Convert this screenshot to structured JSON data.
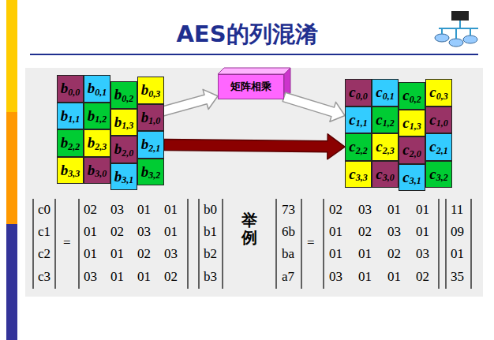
{
  "diagram": {
    "title": "AES的列混淆",
    "nodes": [
      {
        "text": [
          "b",
          "0,0"
        ]
      },
      {
        "text": [
          "b",
          "0,1"
        ]
      },
      {
        "text": [
          "b",
          "0,2"
        ]
      },
      {
        "text": [
          "b",
          "0,3"
        ]
      },
      {
        "text": [
          "b",
          "1,1"
        ]
      },
      {
        "text": [
          "b",
          "1,2"
        ]
      },
      {
        "text": [
          "b",
          "1,3"
        ]
      },
      {
        "text": [
          "b",
          "1,0"
        ]
      },
      {
        "text": [
          "b",
          "2,2"
        ]
      },
      {
        "text": [
          "b",
          "2,3"
        ]
      },
      {
        "text": [
          "b",
          "2,0"
        ]
      },
      {
        "text": [
          "b",
          "2,1"
        ]
      },
      {
        "text": [
          "b",
          "3,3"
        ]
      },
      {
        "text": [
          "b",
          "3,0"
        ]
      },
      {
        "text": [
          "b",
          "3,1"
        ]
      },
      {
        "text": [
          "b",
          "3,2"
        ]
      },
      {
        "text": [
          "矩阵相乘"
        ]
      },
      {
        "text": [
          "c",
          "0,0"
        ]
      },
      {
        "text": [
          "c",
          "0,1"
        ]
      },
      {
        "text": [
          "c",
          "0,2"
        ]
      },
      {
        "text": [
          "c",
          "0,3"
        ]
      },
      {
        "text": [
          "c",
          "1,1"
        ]
      },
      {
        "text": [
          "c",
          "1,2"
        ]
      },
      {
        "text": [
          "c",
          "1,3"
        ]
      },
      {
        "text": [
          "c",
          "1,0"
        ]
      },
      {
        "text": [
          "c",
          "2,2"
        ]
      },
      {
        "text": [
          "c",
          "2,3"
        ]
      },
      {
        "text": [
          "c",
          "2,0"
        ]
      },
      {
        "text": [
          "c",
          "2,1"
        ]
      },
      {
        "text": [
          "c",
          "3,3"
        ]
      },
      {
        "text": [
          "c",
          "3,0"
        ]
      },
      {
        "text": [
          "c",
          "3,1"
        ]
      },
      {
        "text": [
          "c",
          "3,2"
        ]
      }
    ],
    "edges": [
      {
        "from": 6,
        "to": 16,
        "arrow": "to"
      },
      {
        "from": 16,
        "to": 21,
        "arrow": "to"
      },
      {
        "from": 11,
        "to": 25,
        "arrow": "to"
      }
    ],
    "labels": [
      "c0",
      "c1",
      "c2",
      "c3",
      "=",
      "02",
      "03",
      "01",
      "01",
      "01",
      "02",
      "03",
      "01",
      "01",
      "01",
      "02",
      "03",
      "03",
      "01",
      "01",
      "02",
      "b0",
      "b1",
      "b2",
      "b3",
      "举例",
      "73",
      "6b",
      "ba",
      "a7",
      "=",
      "02",
      "03",
      "01",
      "01",
      "01",
      "02",
      "03",
      "01",
      "01",
      "01",
      "02",
      "03",
      "03",
      "01",
      "01",
      "02",
      "11",
      "09",
      "01",
      "35"
    ]
  }
}
